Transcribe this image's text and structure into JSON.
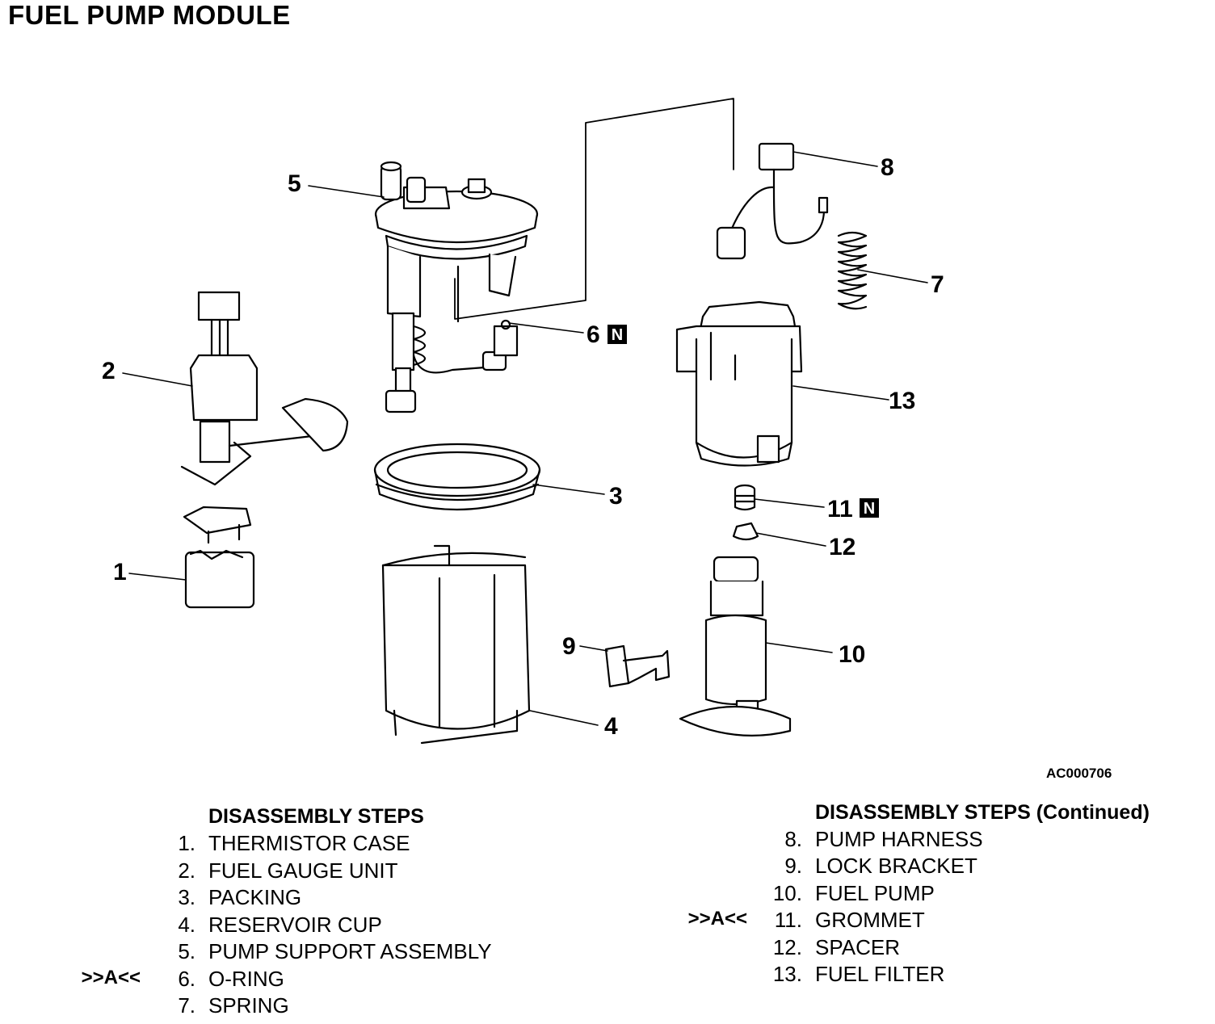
{
  "title": "FUEL PUMP MODULE",
  "figure_code": "AC000706",
  "callouts": [
    {
      "id": "1",
      "label": "1"
    },
    {
      "id": "2",
      "label": "2"
    },
    {
      "id": "3",
      "label": "3"
    },
    {
      "id": "4",
      "label": "4"
    },
    {
      "id": "5",
      "label": "5"
    },
    {
      "id": "6",
      "label": "6",
      "badge": "N"
    },
    {
      "id": "7",
      "label": "7"
    },
    {
      "id": "8",
      "label": "8"
    },
    {
      "id": "9",
      "label": "9"
    },
    {
      "id": "10",
      "label": "10"
    },
    {
      "id": "11",
      "label": "11",
      "badge": "N"
    },
    {
      "id": "12",
      "label": "12"
    },
    {
      "id": "13",
      "label": "13"
    }
  ],
  "steps_left": {
    "heading": "DISASSEMBLY STEPS",
    "items": [
      {
        "num": "1.",
        "label": "THERMISTOR CASE",
        "marker": ""
      },
      {
        "num": "2.",
        "label": "FUEL GAUGE UNIT",
        "marker": ""
      },
      {
        "num": "3.",
        "label": "PACKING",
        "marker": ""
      },
      {
        "num": "4.",
        "label": "RESERVOIR CUP",
        "marker": ""
      },
      {
        "num": "5.",
        "label": "PUMP SUPPORT ASSEMBLY",
        "marker": ""
      },
      {
        "num": "6.",
        "label": "O-RING",
        "marker": ">>A<<"
      },
      {
        "num": "7.",
        "label": "SPRING",
        "marker": ""
      }
    ]
  },
  "steps_right": {
    "heading": "DISASSEMBLY STEPS (Continued)",
    "items": [
      {
        "num": "8.",
        "label": "PUMP HARNESS",
        "marker": ""
      },
      {
        "num": "9.",
        "label": "LOCK BRACKET",
        "marker": ""
      },
      {
        "num": "10.",
        "label": "FUEL PUMP",
        "marker": ""
      },
      {
        "num": "11.",
        "label": "GROMMET",
        "marker": ">>A<<"
      },
      {
        "num": "12.",
        "label": "SPACER",
        "marker": ""
      },
      {
        "num": "13.",
        "label": "FUEL FILTER",
        "marker": ""
      }
    ]
  }
}
